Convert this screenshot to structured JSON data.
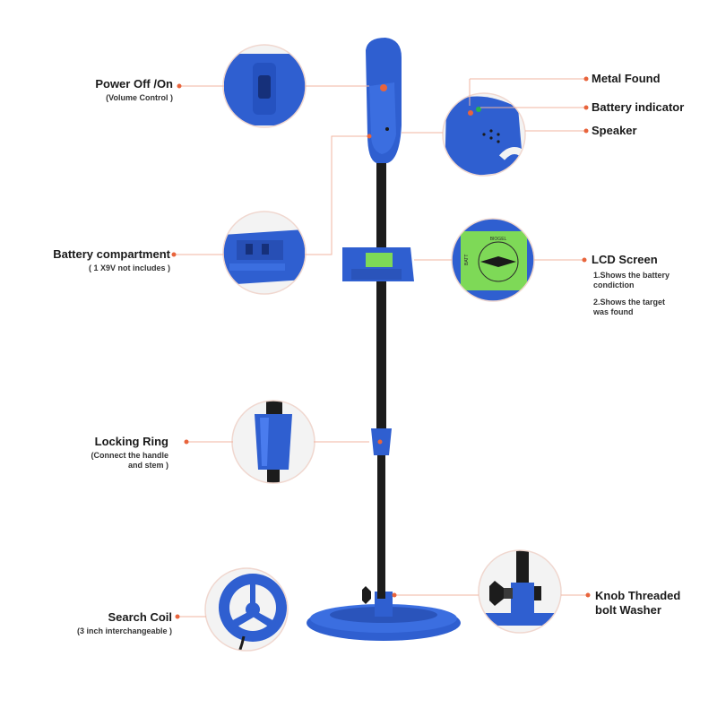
{
  "colors": {
    "product_blue": "#2f5fd0",
    "accent_orange": "#e8643c",
    "lcd_green": "#7ed957",
    "stem": "#1c1c1c"
  },
  "labels": {
    "power": {
      "title": "Power Off /On",
      "sub": "(Volume Control )"
    },
    "battery_compartment": {
      "title": "Battery compartment",
      "sub": "( 1 X9V not includes  )"
    },
    "locking_ring": {
      "title": "Locking Ring",
      "sub1": "(Connect the handle",
      "sub2": "and stem )"
    },
    "search_coil": {
      "title": "Search Coil",
      "sub": "(3 inch interchangeable )"
    },
    "metal_found": {
      "title": "Metal Found"
    },
    "battery_indicator": {
      "title": "Battery indicator"
    },
    "speaker": {
      "title": "Speaker"
    },
    "lcd_screen": {
      "title": "LCD Screen",
      "note1a": "1.Shows the battery",
      "note1b": "condiction",
      "note2a": "2.Shows the target",
      "note2b": "was found"
    },
    "knob": {
      "title1": "Knob Threaded",
      "title2": "bolt Washer"
    }
  },
  "lcd_readout": "BIOGEL",
  "lcd_side_text": "BATT"
}
